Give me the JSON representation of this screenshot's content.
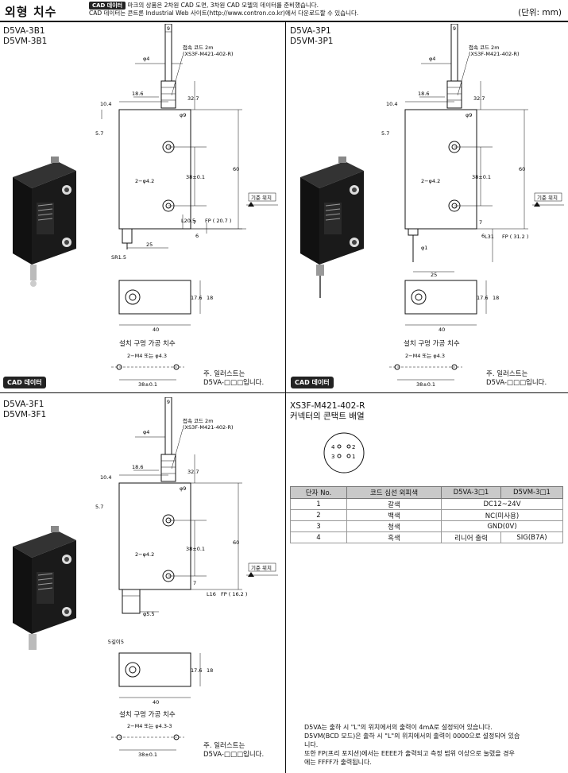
{
  "header": {
    "title": "외형 치수",
    "cad_badge": "CAD 데이터",
    "note_line1": "마크의 상품은 2차원 CAD 도면, 3차원 CAD 모델의 데이터를 준비했습니다.",
    "note_line2": "CAD 데이터는 콘트론 Industrial Web 사이트(http://www.contron.co.kr)에서 다운로드할 수 있습니다.",
    "unit": "(단위: mm)"
  },
  "panels": {
    "b1": {
      "model_a": "D5VA-3B1",
      "model_b": "D5VM-3B1",
      "cad_label": "CAD 데이터"
    },
    "p1": {
      "model_a": "D5VA-3P1",
      "model_b": "D5VM-3P1",
      "cad_label": "CAD 데이터"
    },
    "f1": {
      "model_a": "D5VA-3F1",
      "model_b": "D5VM-3F1"
    }
  },
  "dims": {
    "cable": "접속 코드 2m",
    "connector": "(XS3F-M421-402-R)",
    "d9": "9",
    "phi4": "φ4",
    "phi9": "φ9",
    "d18_6": "18.6",
    "d10_4": "10.4",
    "d32_7": "32.7",
    "d5_7": "5.7",
    "hole": "2−φ4.2",
    "d38": "38±0.1",
    "d60": "60",
    "d7": "7",
    "d6": "6",
    "d25": "25",
    "d40": "40",
    "d17_6": "17.6",
    "d18": "18",
    "ref": "기준 위치",
    "l_b1": "L20.5",
    "fp_b1": "FP ( 20.7 )",
    "l_p1": "L31",
    "fp_p1": "FP ( 31.2 )",
    "l_f1": "L16",
    "fp_f1": "FP ( 16.2 )",
    "sr": "SR1.5",
    "phi1": "φ1",
    "phi5_5": "φ5.5",
    "m25": "M2.5깊이5",
    "mount_title": "설치 구멍 가공 치수",
    "mount_hole_b": "2−M4 또는 φ4.3",
    "mount_hole_f": "2−M4 또는 φ4.3-3",
    "mount_pitch": "38±0.1",
    "illus_note1": "주. 일러스트는",
    "illus_note2": "D5VA-□□□입니다."
  },
  "connector": {
    "model": "XS3F-M421-402-R",
    "caption": "커넥터의 콘택트 배열",
    "pins": [
      "4",
      "2",
      "3",
      "1"
    ]
  },
  "table": {
    "headers": [
      "단자 No.",
      "코드 심선 외피색",
      "D5VA-3□1",
      "D5VM-3□1"
    ],
    "rows": [
      [
        "1",
        "갈색",
        "DC12~24V",
        ""
      ],
      [
        "2",
        "백색",
        "NC(미사용)",
        ""
      ],
      [
        "3",
        "청색",
        "GND(0V)",
        ""
      ],
      [
        "4",
        "흑색",
        "리니어 출력",
        "SIG(B7A)"
      ]
    ]
  },
  "footnote": {
    "line1": "D5VA는 출하 시 \"L\"의 위치에서의 출력이 4mA로 설정되어 있습니다.",
    "line2": "D5VM(BCD 모드)은 출하 시 \"L\"의 위치에서의 출력이 0000으로 설정되어 있습",
    "line3": "니다.",
    "line4": "또한 FP(프리 포지션)에서는 EEEE가 출력되고 측정 범위 이상으로 눌렸을 경우",
    "line5": "에는 FFFF가 출력됩니다."
  }
}
